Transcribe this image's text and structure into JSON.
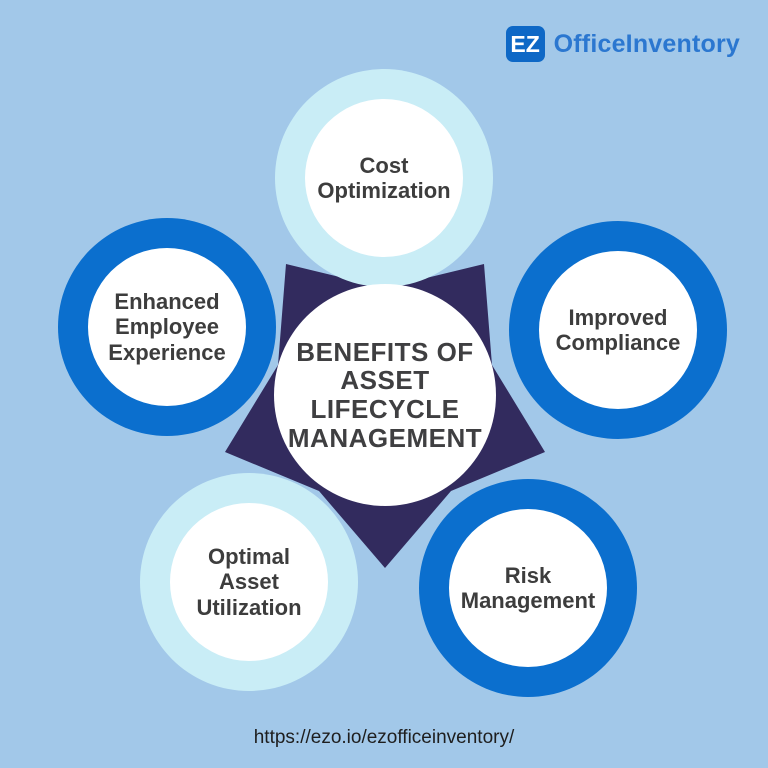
{
  "colors": {
    "background": "#a2c8e9",
    "ring_blue": "#0b6fce",
    "ring_light": "#c9edf6",
    "star_navy": "#322b5e",
    "circle_white": "#ffffff",
    "label_text": "#3d3d3d",
    "center_title_text": "#3f3f41",
    "logo_badge_bg": "#0e68c6",
    "logo_brand_text": "#2b77d0",
    "footer_text": "#1e1e1e"
  },
  "logo": {
    "badge": "EZ",
    "brand": "OfficeInventory"
  },
  "diagram": {
    "center_title": "BENEFITS OF\nASSET\nLIFECYCLE\nMANAGEMENT",
    "nodes": [
      {
        "id": "top",
        "label": "Cost\nOptimization",
        "ring": "light"
      },
      {
        "id": "right",
        "label": "Improved\nCompliance",
        "ring": "blue"
      },
      {
        "id": "bottom-right",
        "label": "Risk\nManagement",
        "ring": "blue"
      },
      {
        "id": "bottom-left",
        "label": "Optimal\nAsset\nUtilization",
        "ring": "light"
      },
      {
        "id": "left",
        "label": "Enhanced\nEmployee\nExperience",
        "ring": "blue"
      }
    ]
  },
  "footer": {
    "url": "https://ezo.io/ezofficeinventory/"
  }
}
